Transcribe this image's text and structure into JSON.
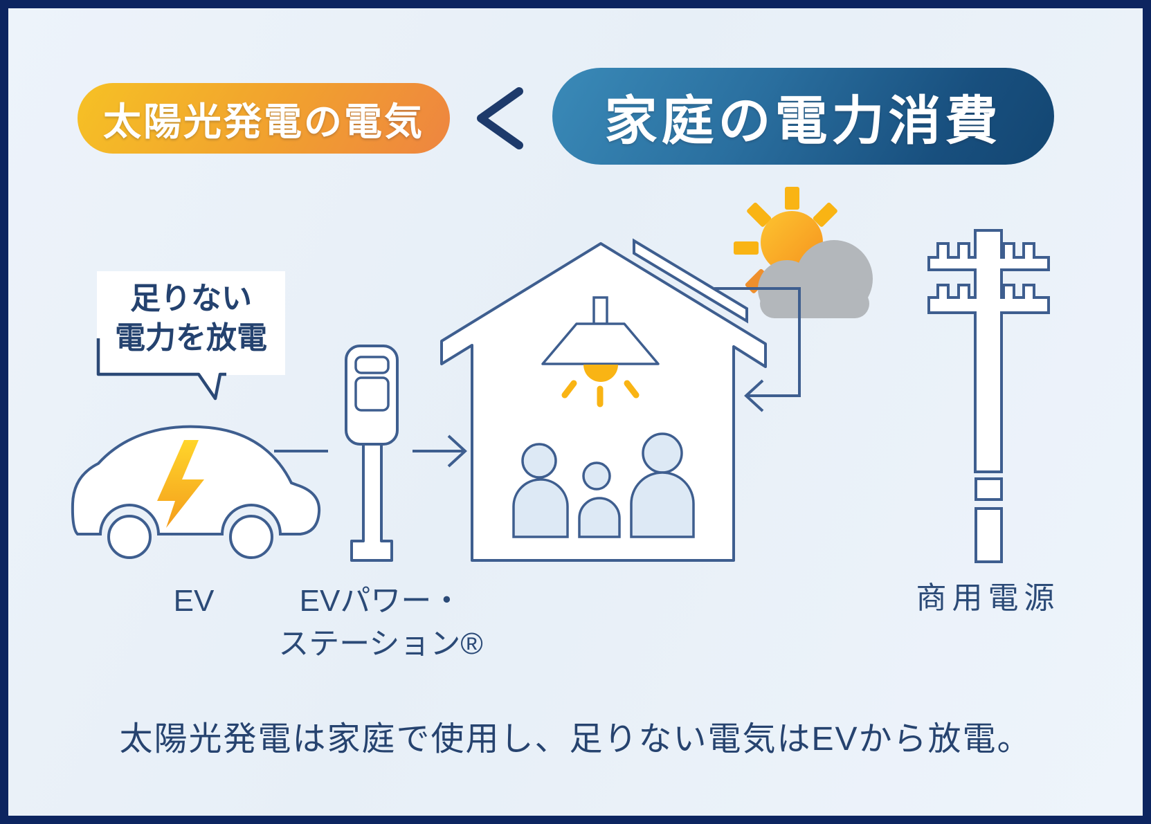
{
  "header": {
    "left_badge": "太陽光発電の電気",
    "comparison_symbol": "<",
    "right_badge": "家庭の電力消費"
  },
  "bubble": {
    "text": "足りない\n電力を放電"
  },
  "labels": {
    "ev": "EV",
    "ev_power_station": "EVパワー・\nステーション®",
    "commercial_power": "商用電源"
  },
  "caption": "太陽光発電は家庭で使用し、足りない電気はEVから放電。",
  "icons": {
    "ev-car-icon": "car outline with lightning bolt",
    "lightning-bolt-icon": "⚡",
    "ev-power-station-icon": "charging stand",
    "house-icon": "gabled house outline",
    "pendant-lamp-icon": "hanging lamp with glowing bulb",
    "family-icon": "three person silhouettes",
    "solar-panel-icon": "panel on roof",
    "sun-icon": "☀",
    "cloud-icon": "☁",
    "utility-pole-icon": "power pole with two crossarms",
    "speech-bubble": "callout with tail",
    "flow-arrow": "→"
  },
  "colors": {
    "frame_navy": "#0d2560",
    "background": "#e9f1f8",
    "outline_navy": "#3e5e8f",
    "text_navy": "#26436f",
    "badge_orange_start": "#f6c125",
    "badge_orange_end": "#ee8540",
    "badge_blue_start": "#3a8ab8",
    "badge_blue_end": "#134672",
    "sun_yellow": "#fdc430",
    "sun_orange": "#f6921e",
    "ray_yellow": "#f9b414",
    "ray_orange": "#ee8f2d",
    "cloud_gray": "#b3b7bb",
    "bolt_yellow": "#ffd52b",
    "bolt_orange": "#f49d1c",
    "family_fill": "#dde9f5",
    "glow_yellow": "#f9b414"
  }
}
